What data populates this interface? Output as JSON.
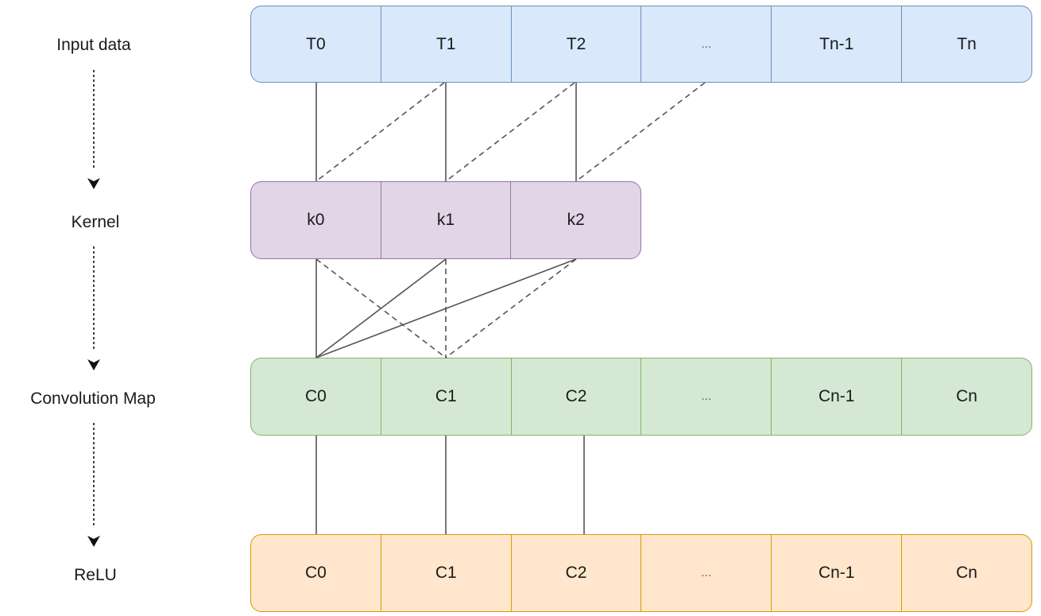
{
  "stages": [
    {
      "id": "input",
      "label": "Input data",
      "color_fill": "#dae8fc",
      "color_stroke": "#6c8ebf",
      "cells": [
        "T0",
        "T1",
        "T2",
        "...",
        "Tn-1",
        "Tn"
      ]
    },
    {
      "id": "kernel",
      "label": "Kernel",
      "color_fill": "#e1d5e7",
      "color_stroke": "#9673a6",
      "cells": [
        "k0",
        "k1",
        "k2"
      ]
    },
    {
      "id": "conv",
      "label": "Convolution Map",
      "color_fill": "#d5e8d4",
      "color_stroke": "#82b366",
      "cells": [
        "C0",
        "C1",
        "C2",
        "...",
        "Cn-1",
        "Cn"
      ]
    },
    {
      "id": "relu",
      "label": "ReLU",
      "color_fill": "#ffe6cc",
      "color_stroke": "#d79b00",
      "cells": [
        "C0",
        "C1",
        "C2",
        "...",
        "Cn-1",
        "Cn"
      ]
    }
  ],
  "connections": {
    "input_to_kernel": [
      {
        "from": "T0",
        "to": "k0",
        "style": "solid"
      },
      {
        "from": "T1",
        "to": "k0",
        "style": "dashed"
      },
      {
        "from": "T1",
        "to": "k1",
        "style": "solid"
      },
      {
        "from": "T2",
        "to": "k1",
        "style": "dashed"
      },
      {
        "from": "T2",
        "to": "k2",
        "style": "solid"
      },
      {
        "from": "...",
        "to": "k2",
        "style": "dashed"
      }
    ],
    "kernel_to_conv": [
      {
        "from": "k0",
        "to": "C0",
        "style": "solid"
      },
      {
        "from": "k1",
        "to": "C0",
        "style": "solid"
      },
      {
        "from": "k2",
        "to": "C0",
        "style": "solid"
      },
      {
        "from": "k0",
        "to": "C1",
        "style": "dashed"
      },
      {
        "from": "k1",
        "to": "C1",
        "style": "dashed"
      },
      {
        "from": "k2",
        "to": "C1",
        "style": "dashed"
      }
    ],
    "conv_to_relu": [
      {
        "from": "C0",
        "to": "C0",
        "style": "solid"
      },
      {
        "from": "C1",
        "to": "C1",
        "style": "solid"
      },
      {
        "from": "C2",
        "to": "C2",
        "style": "solid"
      }
    ]
  },
  "line_color": "#555555",
  "flow_arrow_color": "#111111"
}
